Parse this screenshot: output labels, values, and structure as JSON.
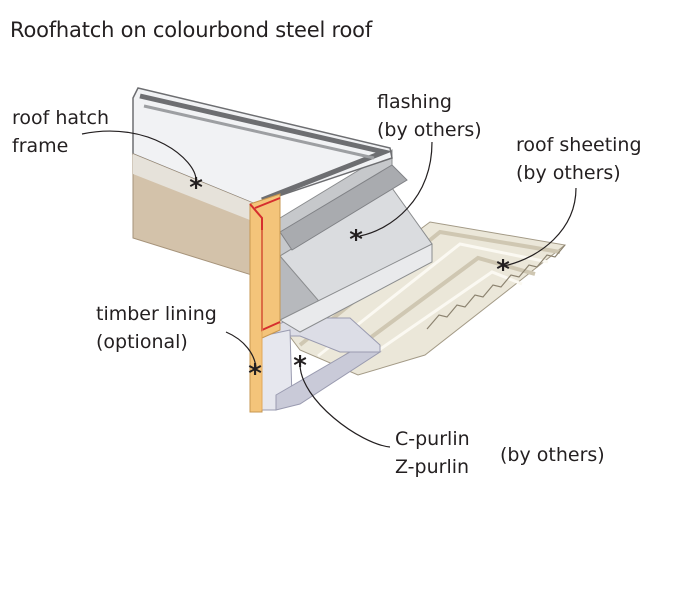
{
  "title": "Roofhatch on colourbond steel roof",
  "labels": {
    "frame": [
      "roof hatch",
      "frame"
    ],
    "flashing": [
      "flashing",
      "(by others)"
    ],
    "sheeting": [
      "roof sheeting",
      "(by others)"
    ],
    "timber": [
      "timber lining",
      "(optional)"
    ],
    "purlin": [
      "C-purlin",
      "Z-purlin"
    ],
    "purlin_note": "(by others)"
  },
  "marker_symbol": "*",
  "colors": {
    "frame_top": "#f1f2f4",
    "frame_side": "#cdbba4",
    "steel_border": "#6d6e71",
    "flashing": "#d8dadc",
    "sheeting": "#eae6d8",
    "timber": "#f4c47a",
    "accent_red": "#d62e2e",
    "purlin": "#dcdde6",
    "leader": "#231f20"
  },
  "icons": [
    "asterisk-marker"
  ]
}
